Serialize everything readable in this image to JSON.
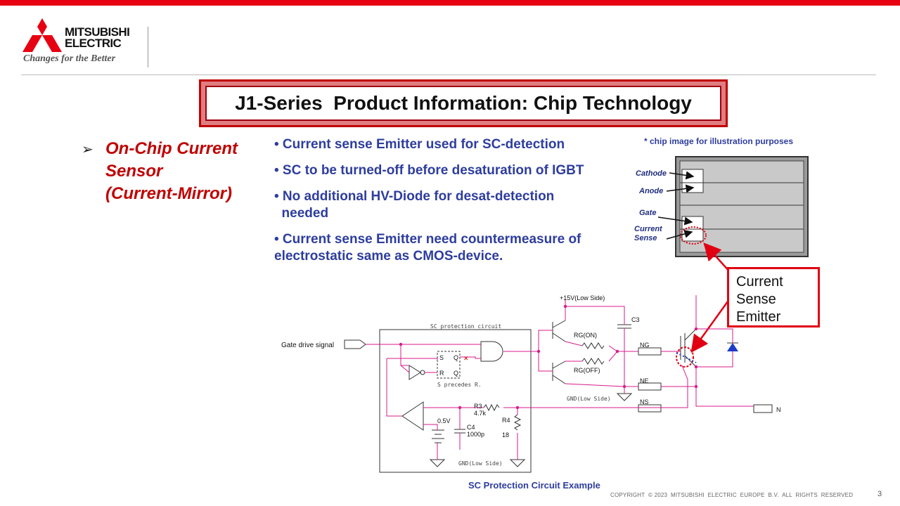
{
  "brand": {
    "name_line1": "MITSUBISHI",
    "name_line2": "ELECTRIC",
    "tagline": "Changes for the Better",
    "accent_color": "#e60012"
  },
  "title": "J1-Series  Product Information: Chip Technology",
  "left_heading": {
    "line1": "On-Chip Current",
    "line2": "Sensor",
    "line3": "(Current-Mirror)",
    "bullet_icon": "arrowhead-bullet-icon"
  },
  "bullets": [
    {
      "line1": "• Current sense Emitter used for SC-detection",
      "line2": ""
    },
    {
      "line1": "• SC to be turned-off before desaturation of IGBT",
      "line2": ""
    },
    {
      "line1": "• No additional HV-Diode for desat-detection",
      "line2": "  needed"
    },
    {
      "line1": "• Current sense Emitter need countermeasure of",
      "line2": "electrostatic same as CMOS-device."
    }
  ],
  "chip": {
    "note": "* chip image for illustration purposes",
    "labels": {
      "cathode": "Cathode",
      "anode": "Anode",
      "gate": "Gate",
      "current": "Current",
      "sense": "Sense"
    }
  },
  "callout": {
    "line1": "Current",
    "line2": "Sense",
    "line3": "Emitter"
  },
  "circuit": {
    "gate_signal": "Gate drive signal",
    "sc_block": "SC protection circuit",
    "precedes": "S precedes R.",
    "s": "S",
    "r": "R",
    "q": "Q",
    "qbar": "Q",
    "x_mark": "✕",
    "supply": "+15V(Low Side)",
    "c3": "C3",
    "rg_on": "RG(ON)",
    "rg_off": "RG(OFF)",
    "ng": "NG",
    "ne": "NE",
    "ns": "NS",
    "n": "N",
    "r3": "R3",
    "r3_val": "4.7k",
    "r4": "R4",
    "r4_val": "18",
    "vref": "0.5V",
    "c4": "C4",
    "c4_val": "1000p",
    "gnd1": "GND(Low Side)",
    "gnd2": "GND(Low Side)"
  },
  "caption": "SC Protection Circuit Example",
  "copyright": "COPYRIGHT  © 2023  MITSUBISHI  ELECTRIC  EUROPE  B.V.  ALL  RIGHTS  RESERVED",
  "page_number": "3"
}
